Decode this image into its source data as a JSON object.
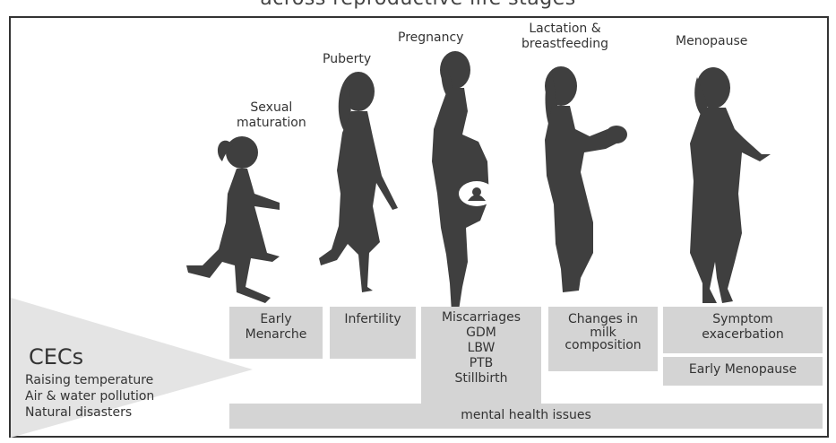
{
  "caption": "across reproductive life stages",
  "stages": [
    {
      "label_lines": [
        "Sexual",
        "maturation"
      ]
    },
    {
      "label_lines": [
        "Puberty"
      ]
    },
    {
      "label_lines": [
        "Pregnancy"
      ]
    },
    {
      "label_lines": [
        "Lactation &",
        "breastfeeding"
      ]
    },
    {
      "label_lines": [
        "Menopause"
      ]
    }
  ],
  "cecs": {
    "title": "CECs",
    "items": [
      "Raising temperature",
      "Air & water pollution",
      "Natural disasters"
    ]
  },
  "outcomes": {
    "early_menarche": [
      "Early",
      "Menarche"
    ],
    "infertility": [
      "Infertility"
    ],
    "pregnancy": [
      "Miscarriages",
      "GDM",
      "LBW",
      "PTB",
      "Stillbirth"
    ],
    "milk": [
      "Changes in",
      "milk",
      "composition"
    ],
    "symptom": [
      "Symptom",
      "exacerbation"
    ],
    "early_menopause": [
      "Early Menopause"
    ],
    "mental": "mental health issues"
  },
  "colors": {
    "silhouette": "#3f3f3f",
    "box": "#d4d4d4",
    "arrow": "#e4e4e4"
  }
}
